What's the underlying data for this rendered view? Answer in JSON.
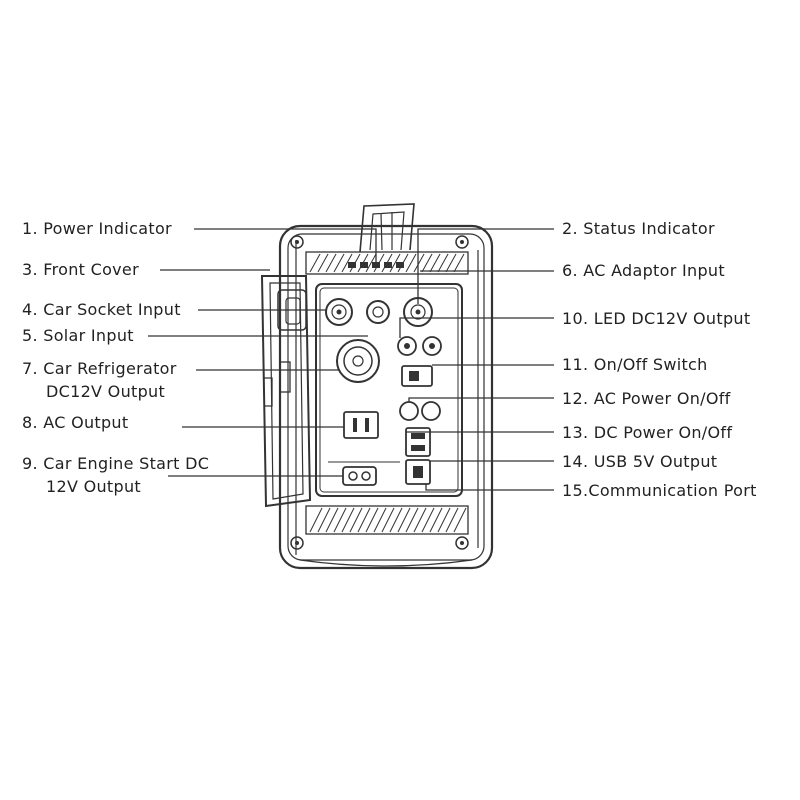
{
  "colors": {
    "background": "#ffffff",
    "ink": "#333333",
    "text": "#222222"
  },
  "labels": {
    "power_indicator": "1. Power Indicator",
    "status_indicator": "2. Status Indicator",
    "front_cover": "3. Front Cover",
    "car_socket_input": "4. Car Socket Input",
    "solar_input": "5. Solar Input",
    "ac_adaptor_input": "6. AC Adaptor Input",
    "car_refrigerator_line1": "7. Car Refrigerator",
    "car_refrigerator_line2": "DC12V Output",
    "ac_output": "8. AC Output",
    "car_engine_start_line1": "9. Car Engine Start DC",
    "car_engine_start_line2": "12V Output",
    "led_dc12v_output": "10. LED DC12V Output",
    "on_off_switch": "11. On/Off Switch",
    "ac_power_on_off": "12. AC Power On/Off",
    "dc_power_on_off": "13. DC Power On/Off",
    "usb_5v_output": "14. USB 5V Output",
    "communication_port": "15.Communication Port"
  }
}
